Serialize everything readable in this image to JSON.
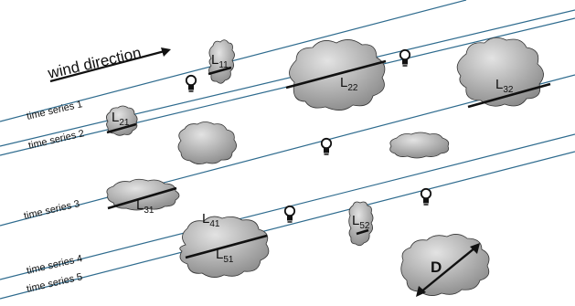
{
  "wind_label": "wind direction",
  "series": [
    {
      "id": "ts1",
      "label": "time series 1"
    },
    {
      "id": "ts2",
      "label": "time series 2"
    },
    {
      "id": "ts3",
      "label": "time series 3"
    },
    {
      "id": "ts4",
      "label": "time series 4"
    },
    {
      "id": "ts5",
      "label": "time series 5"
    }
  ],
  "clouds": [
    {
      "id": "L11",
      "main": "L",
      "sub": "11"
    },
    {
      "id": "L22",
      "main": "L",
      "sub": "22"
    },
    {
      "id": "L32",
      "main": "L",
      "sub": "32"
    },
    {
      "id": "L21",
      "main": "L",
      "sub": "21"
    },
    {
      "id": "L31",
      "main": "L",
      "sub": "31"
    },
    {
      "id": "L41",
      "main": "L",
      "sub": "41"
    },
    {
      "id": "L51",
      "main": "L",
      "sub": "51"
    },
    {
      "id": "L52",
      "main": "L",
      "sub": "52"
    }
  ],
  "diameter_label": "D",
  "colors": {
    "line": "#2e6b8e",
    "cloud_fill_light": "#d9d9d9",
    "cloud_fill_dark": "#8c8c8c",
    "cloud_stroke": "#333333",
    "ink": "#111111"
  },
  "icons": [
    "lightbulb-icon",
    "arrow-right-icon",
    "double-arrow-icon"
  ]
}
